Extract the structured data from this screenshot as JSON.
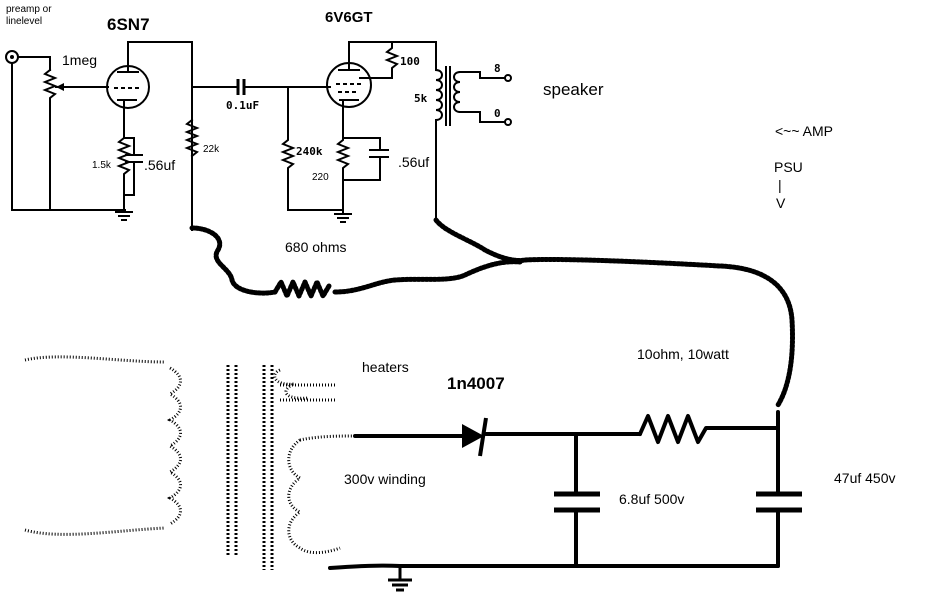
{
  "labels": {
    "input": [
      "preamp or",
      "linelevel"
    ],
    "pot": "1meg",
    "tube1": "6SN7",
    "tube2": "6V6GT",
    "r100": "100",
    "cap_coupling": "0.1uF",
    "xfmr_primary": "5k",
    "tap8": "8",
    "tap0": "0",
    "speaker": "speaker",
    "cathode_r1": "1.5k",
    "cathode_c1": ".56uf",
    "plate_r1": "22k",
    "grid_r2": "240k",
    "cathode_r2": "220",
    "cathode_c2": ".56uf",
    "amp": "<~~ AMP",
    "psu": "PSU",
    "arrow_bar": "|",
    "arrow_v": "V",
    "drop_r": "680 ohms",
    "heaters": "heaters",
    "diode": "1n4007",
    "winding": "300v winding",
    "psu_r": "10ohm, 10watt",
    "filter_c1": "6.8uf 500v",
    "filter_c2": "47uf 450v"
  }
}
